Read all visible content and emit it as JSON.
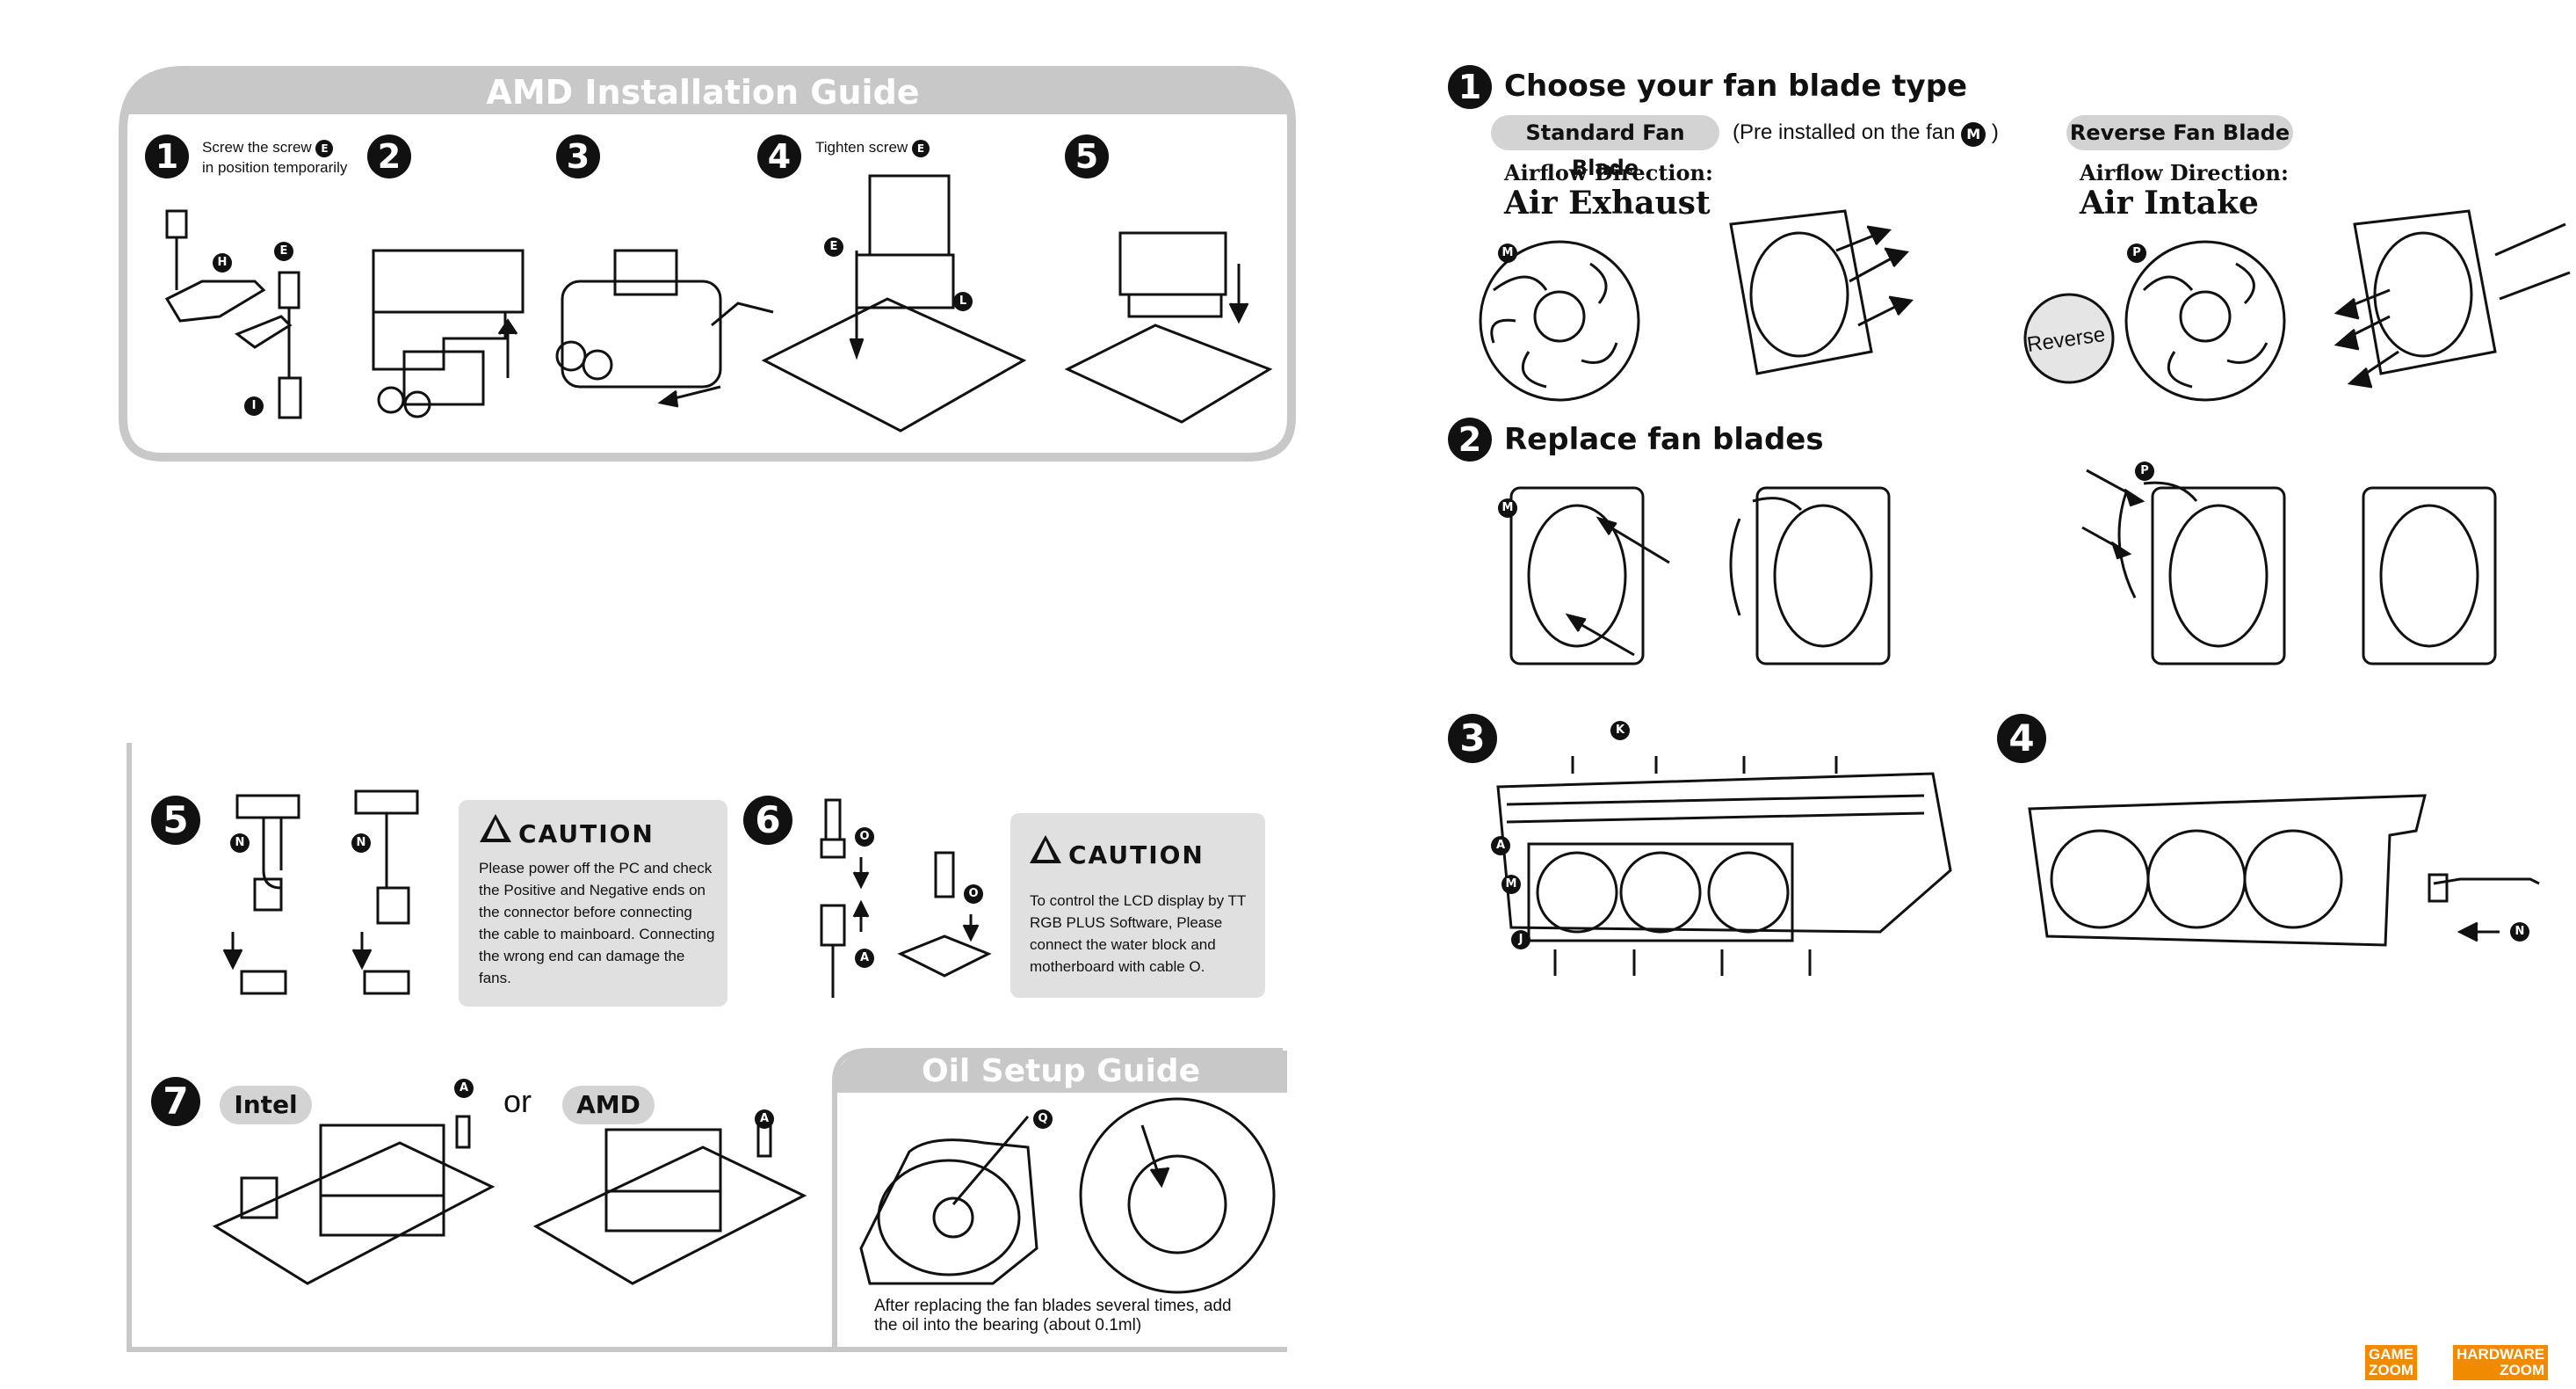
{
  "left": {
    "amd_guide": {
      "title": "AMD Installation Guide",
      "steps": [
        "1",
        "2",
        "3",
        "4",
        "5"
      ],
      "step1_note": "Screw the screw",
      "step1_note2": "in position temporarily",
      "step4_note": "Tighten screw",
      "labels": {
        "E": "E",
        "H": "H",
        "I": "I",
        "L": "L"
      }
    },
    "step5": {
      "num": "5",
      "label_n": "N",
      "caution": {
        "title": "CAUTION",
        "text": "Please power off the PC and check the Positive and Negative ends on the connector before connecting the cable to mainboard. Connecting the wrong end can damage the fans."
      }
    },
    "step6": {
      "num": "6",
      "label_o": "O",
      "label_a": "A",
      "caution": {
        "title": "CAUTION",
        "text": "To control the LCD display by TT RGB PLUS Software, Please connect the water block and motherboard with cable O."
      }
    },
    "step7": {
      "num": "7",
      "intel": "Intel",
      "or": "or",
      "amd": "AMD",
      "label_a": "A"
    },
    "oil_guide": {
      "title": "Oil Setup Guide",
      "label_q": "Q",
      "text": "After replacing the fan blades several times, add the oil into the bearing (about 0.1ml)"
    }
  },
  "right": {
    "step1": {
      "num": "1",
      "title": "Choose your fan blade type",
      "standard": "Standard Fan Blade",
      "preinstalled": "(Pre installed on the fan",
      "preinstalled_end": ")",
      "label_m": "M",
      "reverse_pill": "Reverse Fan Blade",
      "airflow_label": "Airflow Direction:",
      "exhaust": "Air Exhaust",
      "intake": "Air Intake",
      "reverse_tag": "Reverse",
      "label_p": "P"
    },
    "step2": {
      "num": "2",
      "title": "Replace fan blades",
      "label_m": "M",
      "label_p": "P"
    },
    "step3": {
      "num": "3",
      "labels": {
        "K": "K",
        "A": "A",
        "M": "M",
        "J": "J"
      }
    },
    "step4": {
      "num": "4",
      "label_n": "N"
    }
  },
  "watermark": {
    "left": "GAME\nZOOM",
    "right": "HARDWARE\nZOOM"
  },
  "colors": {
    "banner": "#c8c8c8",
    "caution_bg": "#e0e0e0",
    "pill": "#d3d3d3",
    "watermark": "#f08a00"
  }
}
